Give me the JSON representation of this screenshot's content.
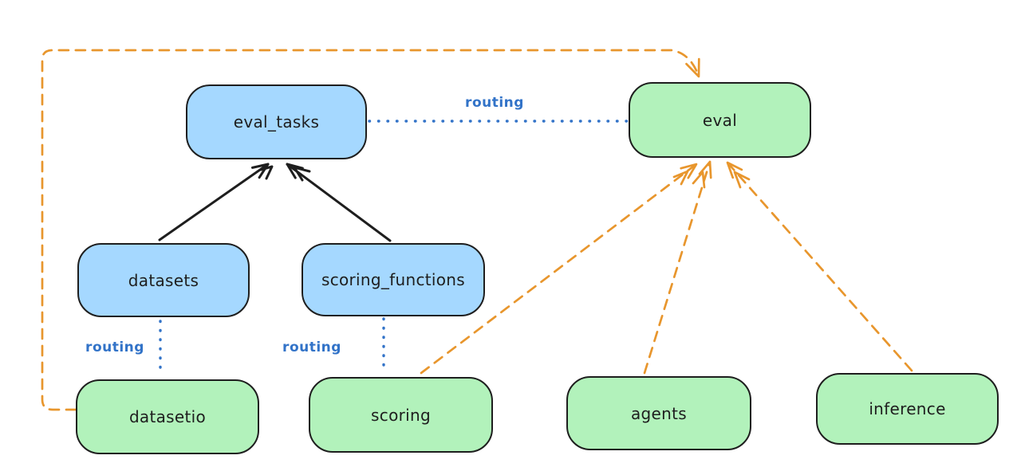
{
  "diagram": {
    "nodes": {
      "eval_tasks": {
        "label": "eval_tasks",
        "fill": "#a5d8ff"
      },
      "eval": {
        "label": "eval",
        "fill": "#b2f2bb"
      },
      "datasets": {
        "label": "datasets",
        "fill": "#a5d8ff"
      },
      "scoring_functions": {
        "label": "scoring_functions",
        "fill": "#a5d8ff"
      },
      "datasetio": {
        "label": "datasetio",
        "fill": "#b2f2bb"
      },
      "scoring": {
        "label": "scoring",
        "fill": "#b2f2bb"
      },
      "agents": {
        "label": "agents",
        "fill": "#b2f2bb"
      },
      "inference": {
        "label": "inference",
        "fill": "#b2f2bb"
      }
    },
    "edges": [
      {
        "from": "datasets",
        "to": "eval_tasks",
        "style": "solid-black-arrow",
        "label": ""
      },
      {
        "from": "scoring_functions",
        "to": "eval_tasks",
        "style": "solid-black-arrow",
        "label": ""
      },
      {
        "from": "eval_tasks",
        "to": "eval",
        "style": "dotted-blue",
        "label": "routing"
      },
      {
        "from": "datasets",
        "to": "datasetio",
        "style": "dotted-blue",
        "label": "routing"
      },
      {
        "from": "scoring_functions",
        "to": "scoring",
        "style": "dotted-blue",
        "label": "routing"
      },
      {
        "from": "datasetio",
        "to": "eval",
        "style": "dashed-orange-arrow",
        "label": ""
      },
      {
        "from": "scoring",
        "to": "eval",
        "style": "dashed-orange-arrow",
        "label": ""
      },
      {
        "from": "agents",
        "to": "eval",
        "style": "dashed-orange-arrow",
        "label": ""
      },
      {
        "from": "inference",
        "to": "eval",
        "style": "dashed-orange-arrow",
        "label": ""
      }
    ],
    "colors": {
      "blue_fill": "#a5d8ff",
      "green_fill": "#b2f2bb",
      "stroke": "#1e1e1e",
      "routing_blue": "#3273c8",
      "orange": "#e8962d",
      "background": "#ffffff"
    }
  }
}
